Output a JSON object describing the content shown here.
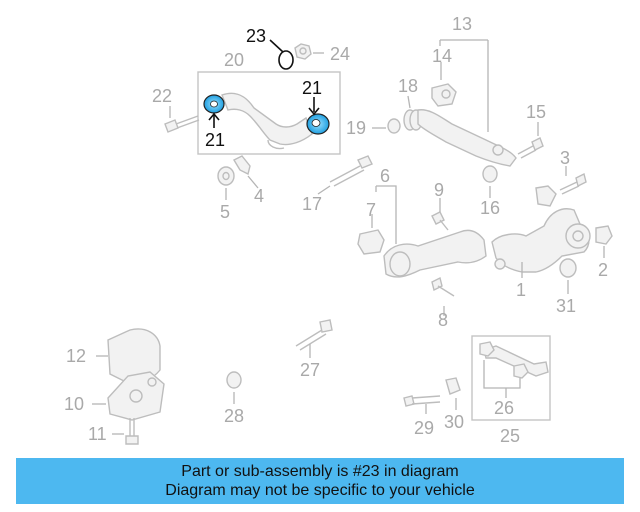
{
  "diagram": {
    "callouts": [
      "1",
      "2",
      "3",
      "4",
      "5",
      "6",
      "7",
      "8",
      "9",
      "10",
      "11",
      "12",
      "13",
      "14",
      "15",
      "16",
      "17",
      "18",
      "19",
      "20",
      "21",
      "22",
      "23",
      "24",
      "25",
      "26",
      "27",
      "28",
      "29",
      "30",
      "31"
    ],
    "highlighted_callouts": [
      "21",
      "23"
    ],
    "colors": {
      "part_outline": "#bdbdbd",
      "highlight_part": "#2aa9e8",
      "banner": "#4db8f0",
      "callout_text": "#a9a9a9",
      "highlight_text": "#111111"
    }
  },
  "banner": {
    "line1": "Part or sub-assembly is #23 in diagram",
    "line2": "Diagram may not be specific to your vehicle"
  }
}
